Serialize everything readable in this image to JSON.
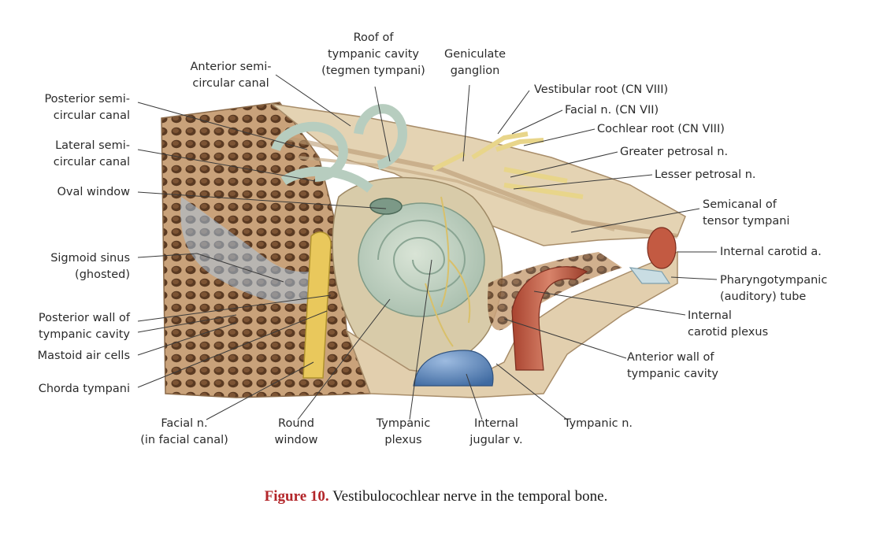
{
  "labels": {
    "roof_tympanic": [
      "Roof of",
      "tympanic cavity",
      "(tegmen tympani)"
    ],
    "geniculate": [
      "Geniculate",
      "ganglion"
    ],
    "anterior_semi": [
      "Anterior semi-",
      "circular canal"
    ],
    "posterior_semi": [
      "Posterior semi-",
      "circular canal"
    ],
    "lateral_semi": [
      "Lateral semi-",
      "circular canal"
    ],
    "oval_window": [
      "Oval window"
    ],
    "sigmoid_sinus": [
      "Sigmoid sinus",
      "(ghosted)"
    ],
    "posterior_wall": [
      "Posterior wall of",
      "tympanic cavity"
    ],
    "mastoid_cells": [
      "Mastoid air cells"
    ],
    "chorda_tympani": [
      "Chorda tympani"
    ],
    "facial_canal": [
      "Facial n.",
      "(in facial canal)"
    ],
    "round_window": [
      "Round",
      "window"
    ],
    "tympanic_plexus": [
      "Tympanic",
      "plexus"
    ],
    "internal_jugular": [
      "Internal",
      "jugular v."
    ],
    "tympanic_n": [
      "Tympanic n."
    ],
    "vestibular_root": [
      "Vestibular root (CN VIII)"
    ],
    "facial_n": [
      "Facial n. (CN VII)"
    ],
    "cochlear_root": [
      "Cochlear root (CN VIII)"
    ],
    "greater_petrosal": [
      "Greater petrosal n."
    ],
    "lesser_petrosal": [
      "Lesser petrosal n."
    ],
    "semicanal_tensor": [
      "Semicanal of",
      "tensor tympani"
    ],
    "internal_carotid_a": [
      "Internal carotid a."
    ],
    "pharyngotympanic": [
      "Pharyngotympanic",
      "(auditory) tube"
    ],
    "internal_carotid_plexus": [
      "Internal",
      "carotid plexus"
    ],
    "anterior_wall": [
      "Anterior wall of",
      "tympanic cavity"
    ]
  },
  "caption": {
    "figure": "Figure 10.",
    "text": "Vestibulocochlear nerve in the temporal bone."
  },
  "colors": {
    "bone": "#eadfc6",
    "canal": "#bfd2c4",
    "artery": "#c0604a",
    "vein": "#5d86b8",
    "nerve": "#ead98f",
    "caption_accent": "#b3262a"
  }
}
